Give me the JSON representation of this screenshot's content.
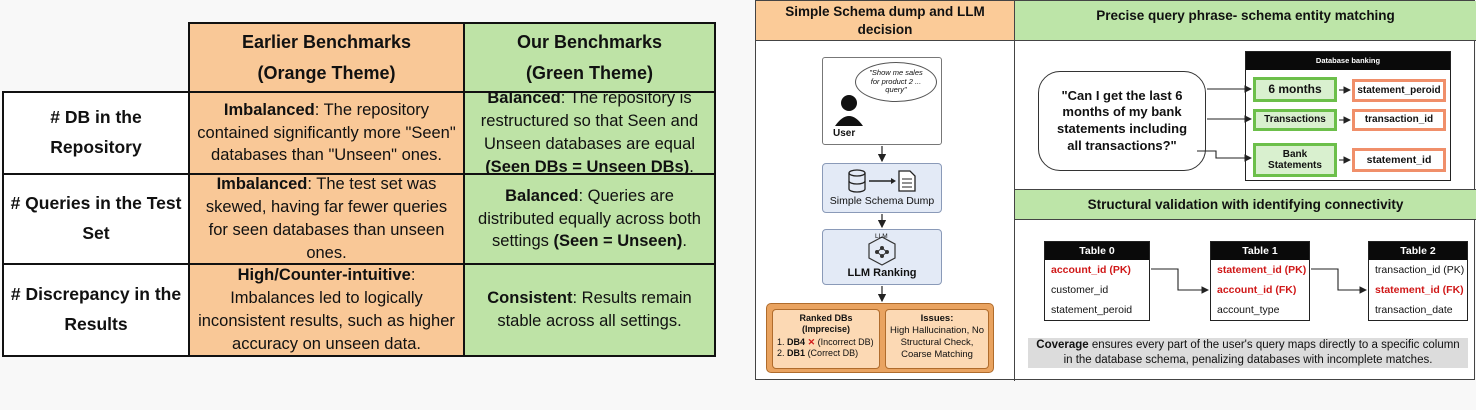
{
  "table": {
    "headers": [
      {
        "line1": "Earlier Benchmarks",
        "line2": "(Orange Theme)"
      },
      {
        "line1": "Our Benchmarks",
        "line2": "(Green Theme)"
      }
    ],
    "rows": [
      {
        "label": "# DB in the Repository",
        "earlier_bold": "Imbalanced",
        "earlier_text": ": The repository contained significantly more \"Seen\" databases than \"Unseen\" ones.",
        "ours_bold": "Balanced",
        "ours_text": ": The repository is restructured so that Seen and Unseen databases are equal ",
        "ours_bold2": "(Seen DBs = Unseen DBs)",
        "ours_tail": "."
      },
      {
        "label": "# Queries in the Test Set",
        "earlier_bold": "Imbalanced",
        "earlier_text": ": The test set was skewed, having far fewer queries for seen databases than unseen ones.",
        "ours_bold": "Balanced",
        "ours_text": ": Queries are distributed equally across both settings ",
        "ours_bold2": "(Seen = Unseen)",
        "ours_tail": "."
      },
      {
        "label": "# Discrepancy in the Results",
        "earlier_bold": "High/Counter-intuitive",
        "earlier_text": ": Imbalances led to logically inconsistent results, such as higher accuracy on unseen data.",
        "ours_bold": "Consistent",
        "ours_text": ": Results remain stable across all settings.",
        "ours_bold2": "",
        "ours_tail": ""
      }
    ]
  },
  "left_panel": {
    "title": "Simple Schema dump and LLM decision",
    "user_label": "User",
    "speech": "\"Show me sales for product 2 ... query\"",
    "schema_dump": "Simple Schema Dump",
    "llm_icon_label": "LLM",
    "llm_ranking": "LLM Ranking",
    "ranked_title": "Ranked DBs",
    "ranked_sub": "(Imprecise)",
    "ranked_1_num": "1.",
    "ranked_1_db": "DB4",
    "ranked_1_note": "(Incorrect DB)",
    "ranked_2_num": "2.",
    "ranked_2_db": "DB1",
    "ranked_2_note": "(Correct DB)",
    "issues_title": "Issues:",
    "issues_text": "High Hallucination, No Structural Check, Coarse Matching"
  },
  "matching_panel": {
    "title": "Precise query phrase- schema entity matching",
    "query": "\"Can I get the last 6 months of my bank statements including all transactions?\"",
    "db_label": "Database banking",
    "phrases": [
      "6 months",
      "Transactions",
      "Bank Statements"
    ],
    "columns": [
      "statement_peroid",
      "transaction_id",
      "statement_id"
    ]
  },
  "structural_panel": {
    "title": "Structural validation with identifying connectivity",
    "tables": [
      {
        "name": "Table 0",
        "rows": [
          {
            "text": "account_id (PK)",
            "key": true
          },
          {
            "text": "customer_id",
            "key": false
          },
          {
            "text": "statement_peroid",
            "key": false
          }
        ]
      },
      {
        "name": "Table 1",
        "rows": [
          {
            "text": "statement_id (PK)",
            "key": true
          },
          {
            "text": "account_id (FK)",
            "key": true
          },
          {
            "text": "account_type",
            "key": false
          }
        ]
      },
      {
        "name": "Table 2",
        "rows": [
          {
            "text": "transaction_id (PK)",
            "key": false
          },
          {
            "text": "statement_id (FK)",
            "key": true
          },
          {
            "text": "transaction_date",
            "key": false
          }
        ]
      }
    ],
    "coverage_bold": "Coverage",
    "coverage_text": " ensures every part of the user's query maps directly to a specific column in the database schema, penalizing databases with incomplete matches."
  },
  "colors": {
    "orange": "#f9c897",
    "green": "#bee3a6",
    "key_red": "#d01818",
    "phrase_border": "#6cbf4a",
    "column_border": "#f08f6a"
  }
}
